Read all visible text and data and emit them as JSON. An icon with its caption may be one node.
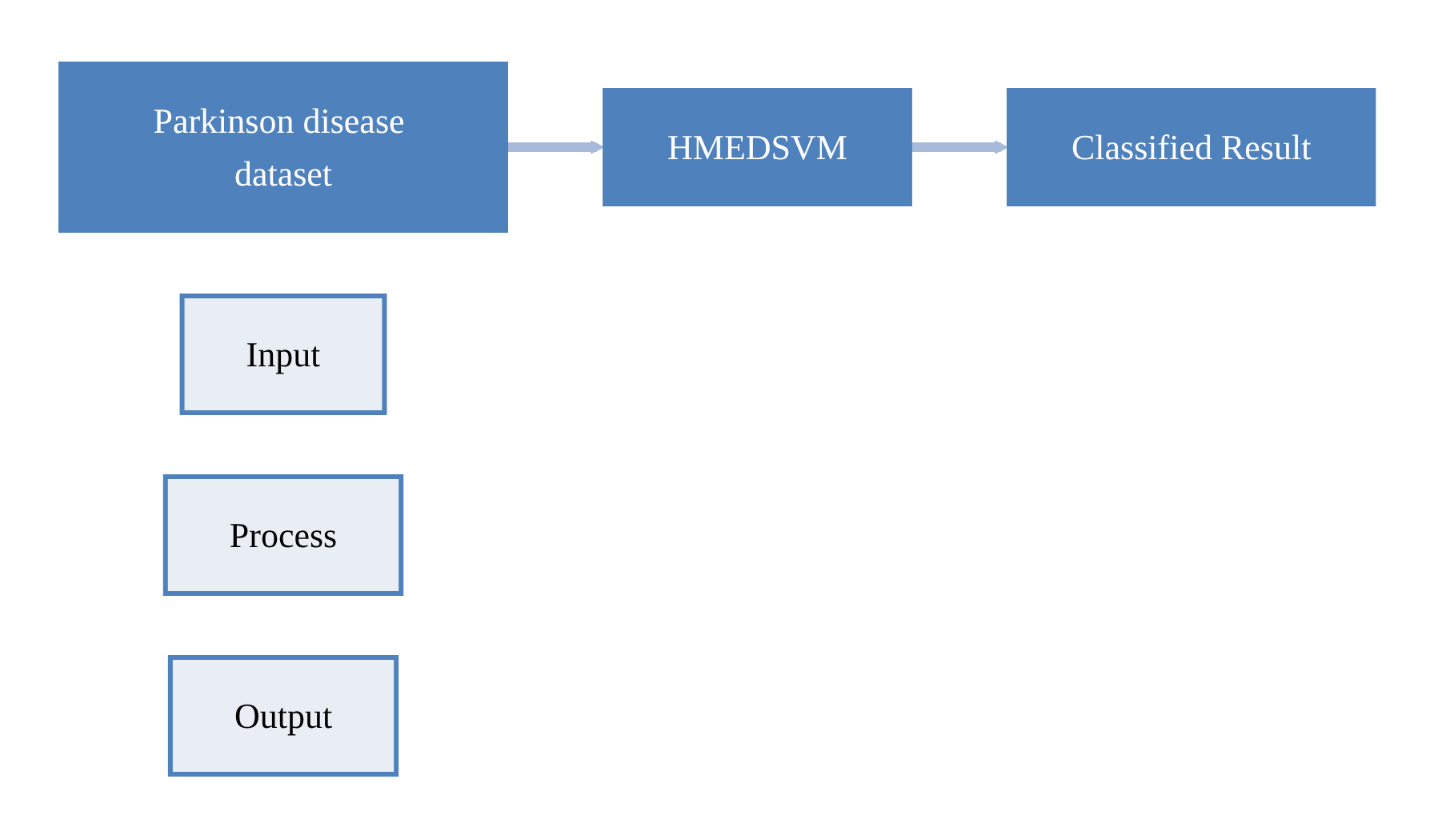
{
  "diagram": {
    "nodes": [
      {
        "text": [
          "Parkinson disease dataset"
        ]
      },
      {
        "text": [
          "Input"
        ]
      },
      {
        "text": [
          "HMEDSVM"
        ]
      },
      {
        "text": [
          "Process"
        ]
      },
      {
        "text": [
          "Classified Result"
        ]
      },
      {
        "text": [
          "Output"
        ]
      }
    ],
    "edges": [
      {
        "from": 0,
        "to": 2,
        "arrow": "to"
      },
      {
        "from": 2,
        "to": 4,
        "arrow": "to"
      }
    ]
  }
}
